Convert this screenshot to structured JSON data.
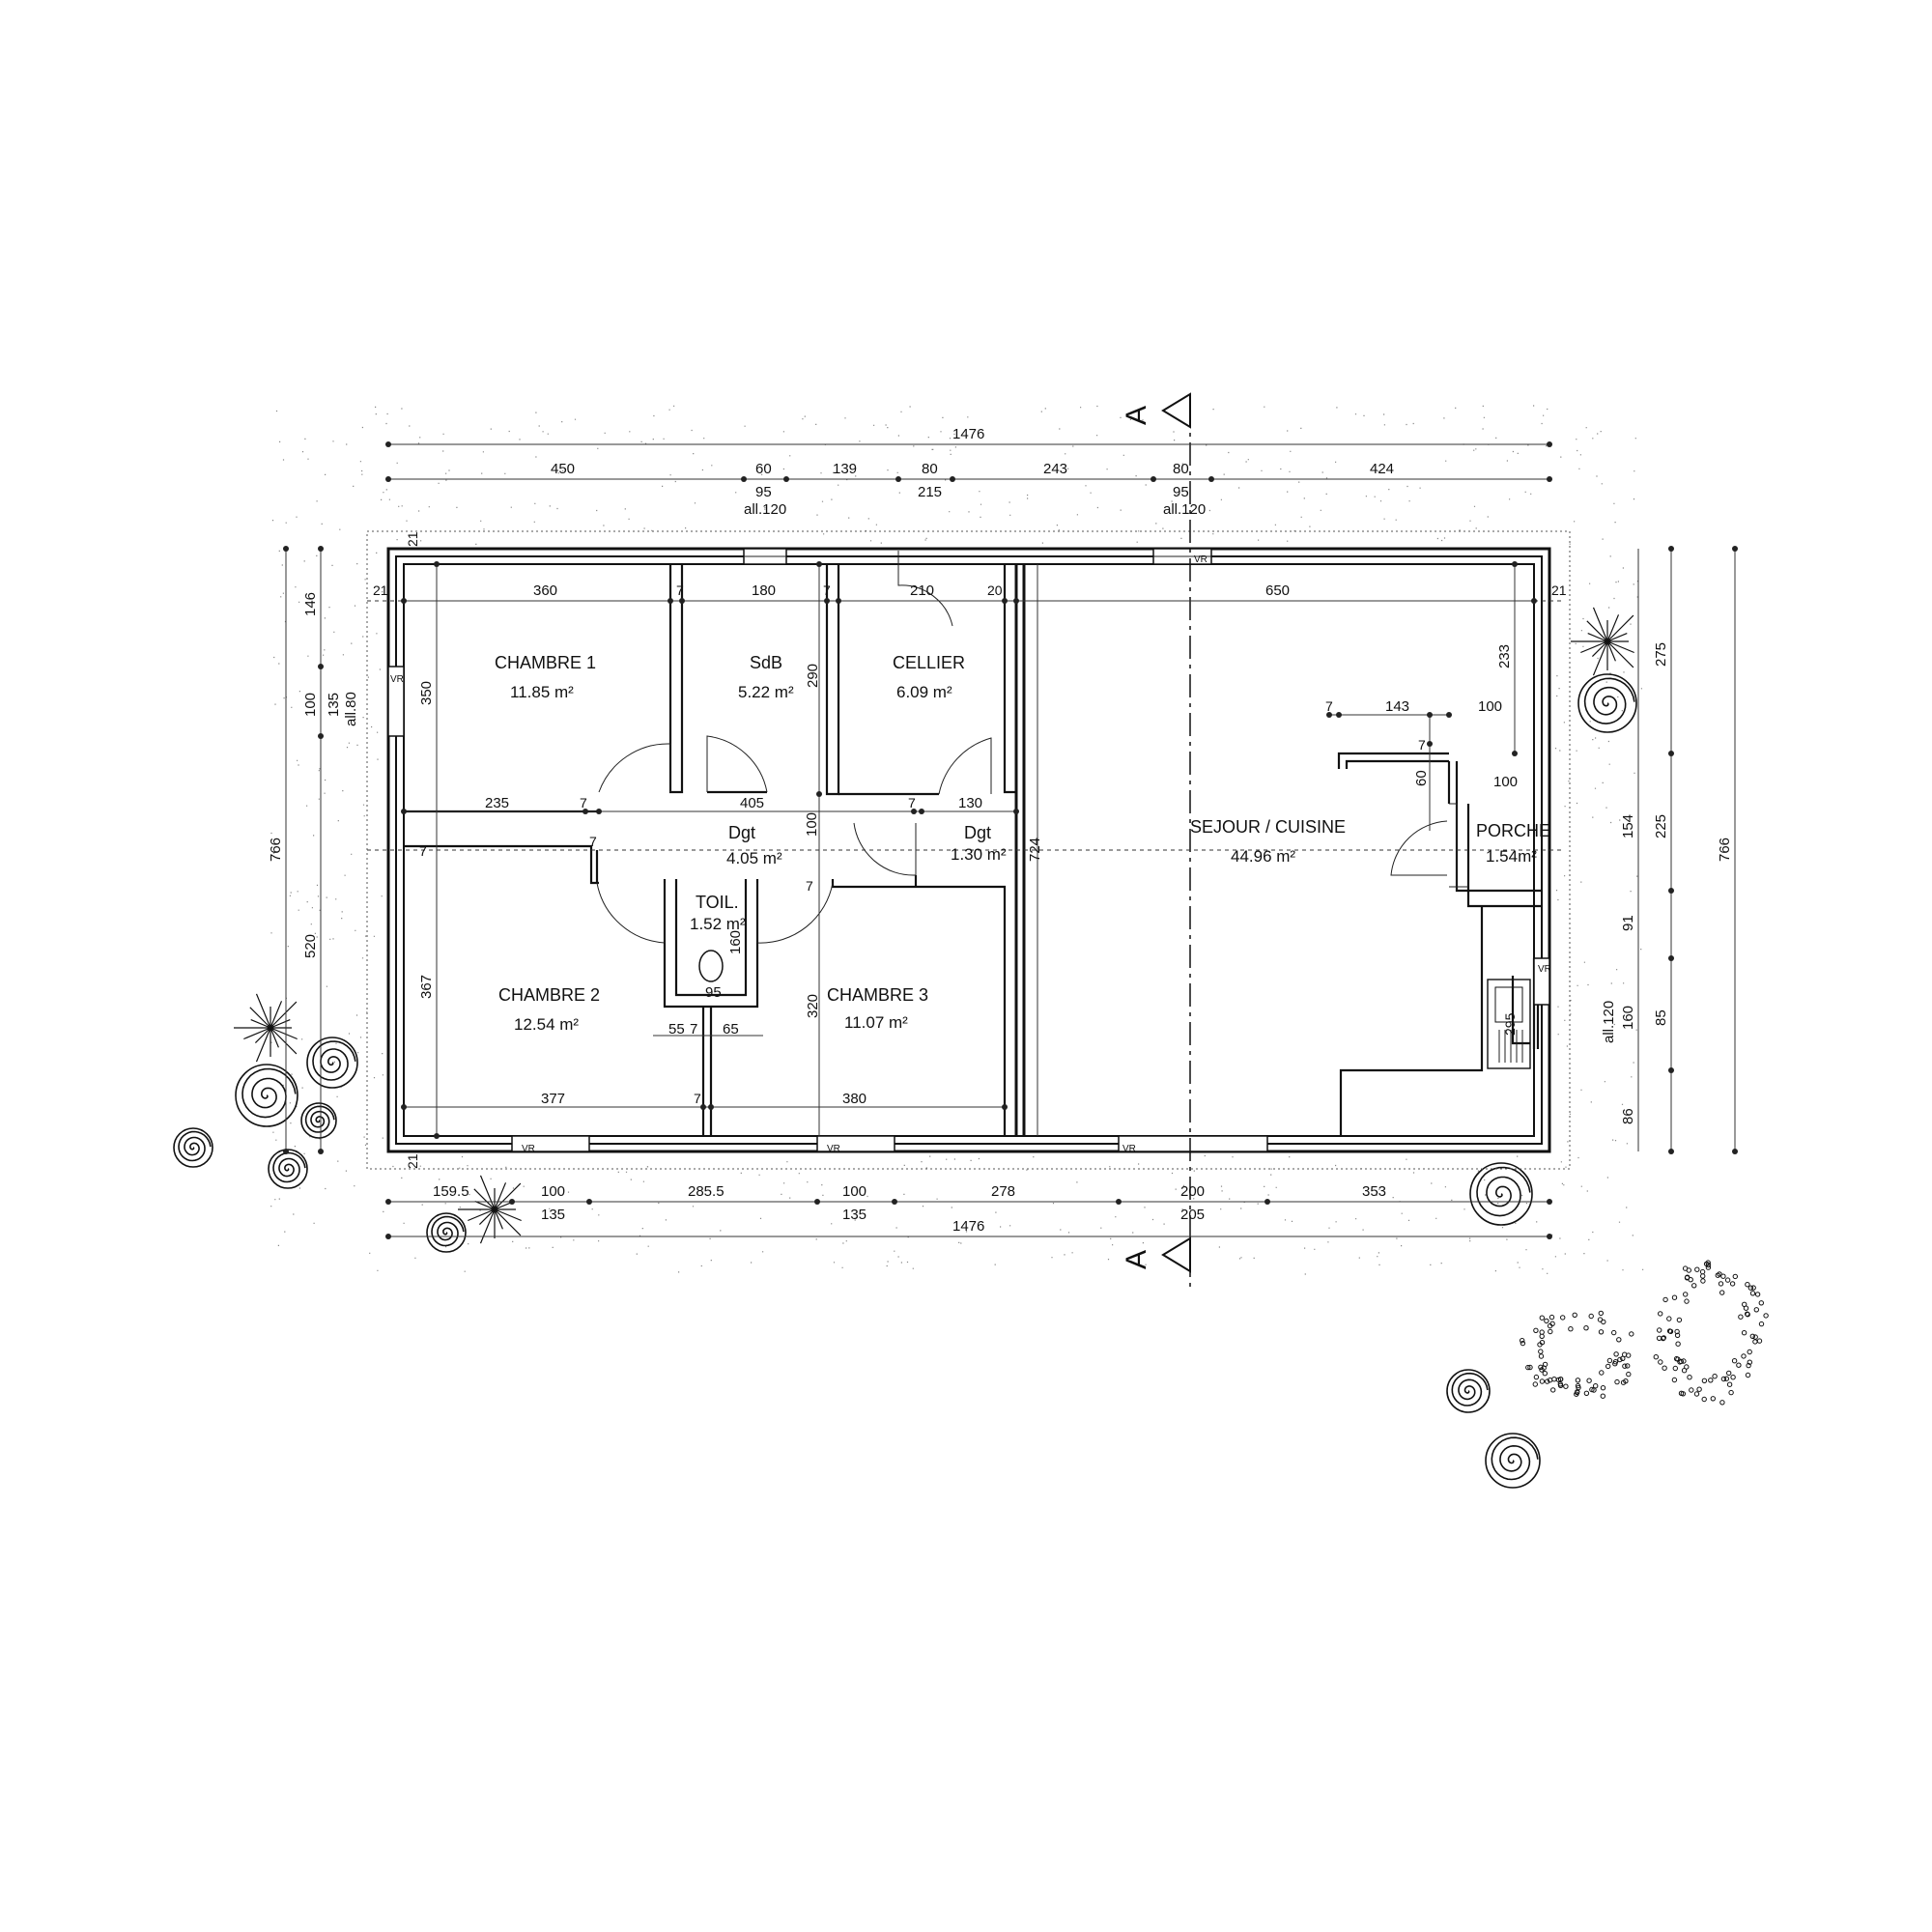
{
  "rooms": {
    "chambre1": {
      "name": "CHAMBRE 1",
      "area": "11.85 m²"
    },
    "sdb": {
      "name": "SdB",
      "area": "5.22 m²"
    },
    "cellier": {
      "name": "CELLIER",
      "area": "6.09 m²"
    },
    "dgt1": {
      "name": "Dgt",
      "area": "4.05 m²"
    },
    "dgt2": {
      "name": "Dgt",
      "area": "1.30 m²"
    },
    "toil": {
      "name": "TOIL.",
      "area": "1.52 m²"
    },
    "chambre2": {
      "name": "CHAMBRE 2",
      "area": "12.54 m²"
    },
    "chambre3": {
      "name": "CHAMBRE 3",
      "area": "11.07 m²"
    },
    "sejour": {
      "name": "SEJOUR / CUISINE",
      "area": "44.96 m²"
    },
    "porche": {
      "name": "PORCHE",
      "area": "1.54m²"
    }
  },
  "section_marker": "A",
  "dims": {
    "top_total": "1476",
    "top_row": [
      "450",
      "60",
      "139",
      "80",
      "243",
      "80",
      "424"
    ],
    "top_sub": [
      "95",
      "215",
      "95"
    ],
    "top_allege": [
      "all.120",
      "all.120"
    ],
    "inner_top": [
      "360",
      "180",
      "210",
      "650"
    ],
    "wall_small": [
      "21",
      "21",
      "21",
      "21",
      "7",
      "7",
      "20",
      "7",
      "7",
      "7",
      "7",
      "7",
      "7",
      "7",
      "7"
    ],
    "inner_mid": [
      "235",
      "405",
      "130",
      "100",
      "60",
      "143",
      "100",
      "100"
    ],
    "inner_bottom": [
      "377",
      "380"
    ],
    "inner_vertical": [
      "350",
      "290",
      "100",
      "724",
      "367",
      "160",
      "320",
      "233"
    ],
    "toil_dims": [
      "95",
      "55",
      "7",
      "65"
    ],
    "bottom_row": [
      "159.5",
      "100",
      "285.5",
      "100",
      "278",
      "200",
      "353"
    ],
    "bottom_sub": [
      "135",
      "135",
      "205"
    ],
    "bottom_total": "1476",
    "left_total": "766",
    "left_row": [
      "146",
      "100",
      "520"
    ],
    "left_sub": [
      "135"
    ],
    "left_allege": "all.80",
    "right_row": [
      "275",
      "225",
      "85",
      "86"
    ],
    "right_sub": [
      "154",
      "91",
      "160"
    ],
    "right_total": "766",
    "right_allege": "all.120",
    "sink_dim": "295"
  },
  "window_tag": "VR"
}
